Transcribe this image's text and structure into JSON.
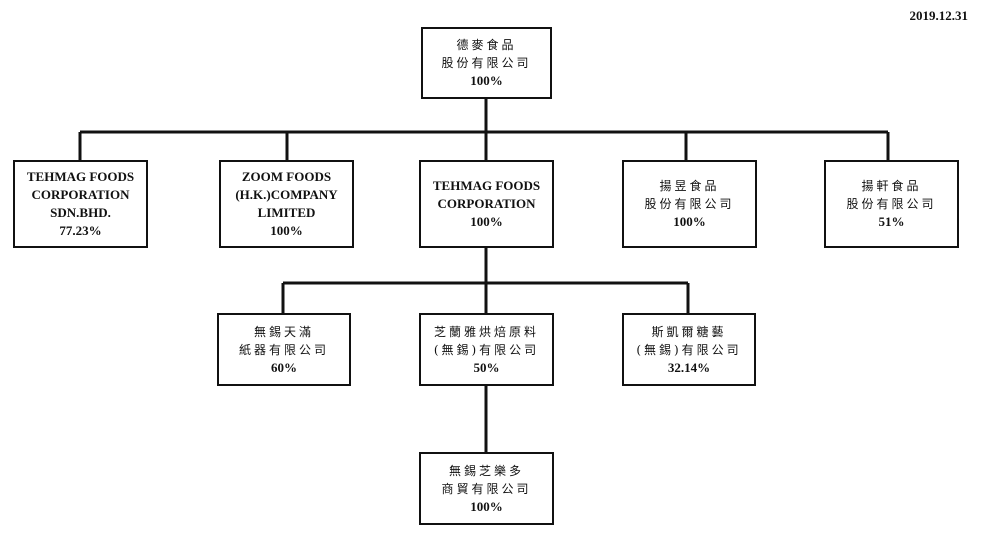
{
  "date": "2019.12.31",
  "parent": {
    "lines": [
      "德麥食品",
      "股份有限公司"
    ],
    "pct": "100%"
  },
  "level1": [
    {
      "lines": [
        "TEHMAG FOODS",
        "CORPORATION",
        "SDN.BHD."
      ],
      "pct": "77.23%"
    },
    {
      "lines": [
        "ZOOM FOODS",
        "(H.K.)COMPANY",
        "LIMITED"
      ],
      "pct": "100%"
    },
    {
      "lines": [
        "TEHMAG FOODS",
        "CORPORATION"
      ],
      "pct": "100%"
    },
    {
      "lines": [
        "揚昱食品",
        "股份有限公司"
      ],
      "pct": "100%"
    },
    {
      "lines": [
        "揚軒食品",
        "股份有限公司"
      ],
      "pct": "51%"
    }
  ],
  "level2": [
    {
      "lines": [
        "無錫天滿",
        "紙器有限公司"
      ],
      "pct": "60%"
    },
    {
      "lines": [
        "芝蘭雅烘焙原料",
        "(無錫)有限公司"
      ],
      "pct": "50%"
    },
    {
      "lines": [
        "斯凱爾糖藝",
        "(無錫)有限公司"
      ],
      "pct": "32.14%"
    }
  ],
  "level3": [
    {
      "lines": [
        "無錫芝樂多",
        "商貿有限公司"
      ],
      "pct": "100%"
    }
  ]
}
